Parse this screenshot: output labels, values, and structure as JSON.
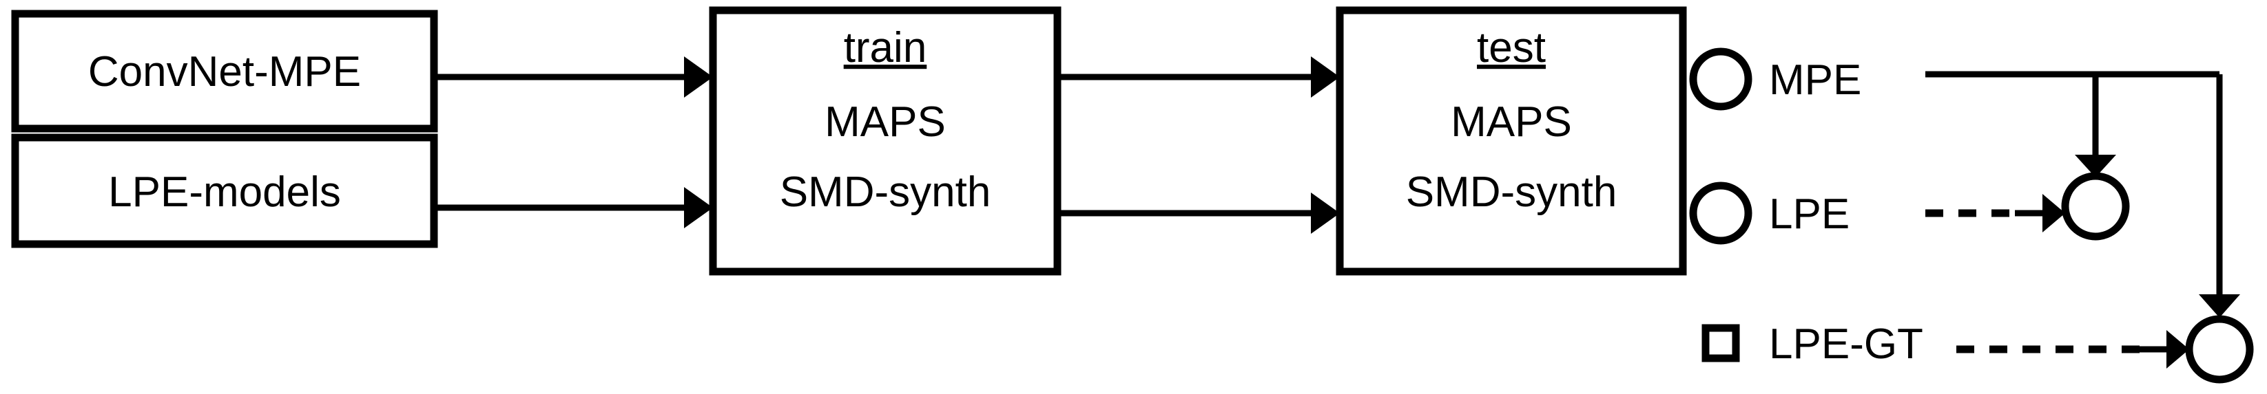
{
  "diagram": {
    "type": "flow-diagram",
    "background_color": "#ffffff",
    "line_color": "#000000",
    "source_boxes": [
      {
        "id": "convnet-mpe",
        "label": "ConvNet-MPE"
      },
      {
        "id": "lpe-models",
        "label": "LPE-models"
      }
    ],
    "stage_boxes": [
      {
        "id": "train",
        "heading": "train",
        "lines": [
          "MAPS",
          "SMD-synth"
        ]
      },
      {
        "id": "test",
        "heading": "test",
        "lines": [
          "MAPS",
          "SMD-synth"
        ]
      }
    ],
    "outputs": [
      {
        "id": "mpe",
        "label": "MPE",
        "marker": "circle-marker"
      },
      {
        "id": "lpe",
        "label": "LPE",
        "marker": "circle-marker"
      },
      {
        "id": "lpe-gt",
        "label": "LPE-GT",
        "marker": "square-marker"
      }
    ],
    "junctions": [
      {
        "id": "lpe-junction",
        "marker": "circle-junction"
      },
      {
        "id": "lpe-gt-junction",
        "marker": "circle-junction"
      }
    ],
    "connector_styles": {
      "solid": "solid-arrow",
      "dashed": "dashed-arrow"
    }
  }
}
